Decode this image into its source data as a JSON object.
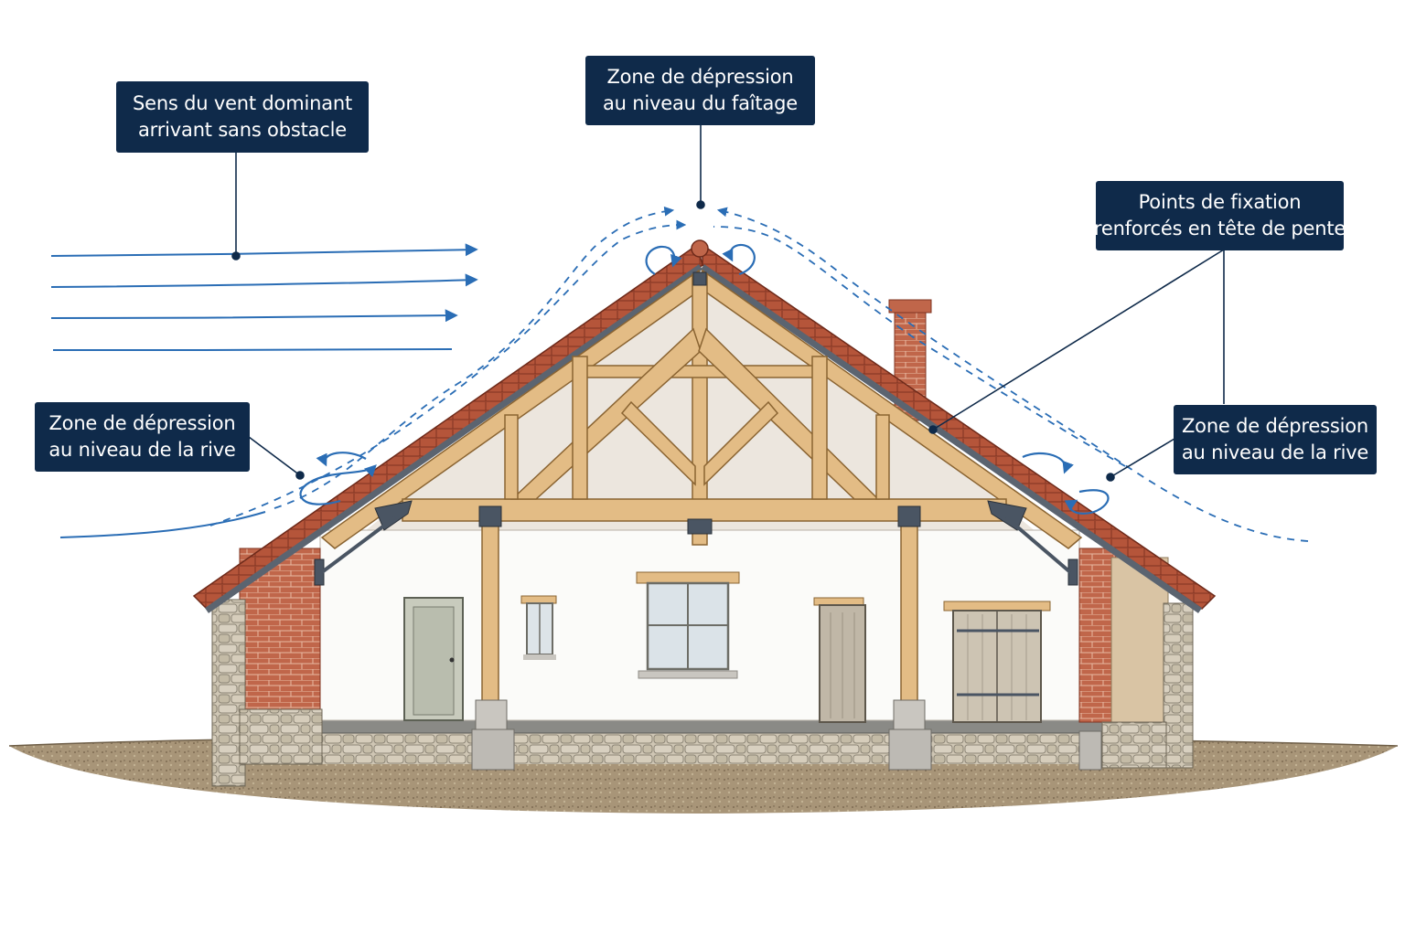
{
  "callouts": {
    "wind": {
      "line1": "Sens du vent dominant",
      "line2": "arrivant sans obstacle"
    },
    "ridge": {
      "line1": "Zone de dépression",
      "line2": "au niveau du faîtage"
    },
    "fixing": {
      "line1": "Points de fixation",
      "line2": "renforcés en tête de pente"
    },
    "left_rive": {
      "line1": "Zone de dépression",
      "line2": "au niveau de la rive"
    },
    "right_rive": {
      "line1": "Zone de dépression",
      "line2": "au niveau de la rive"
    }
  },
  "colors": {
    "callout_bg": "#0f2a4a",
    "wind_blue": "#2a6db5",
    "tile": "#b5553a",
    "timber": "#e3bc85",
    "brick": "#c0664a",
    "stone": "#cfc6b4",
    "soil": "#a89578"
  }
}
